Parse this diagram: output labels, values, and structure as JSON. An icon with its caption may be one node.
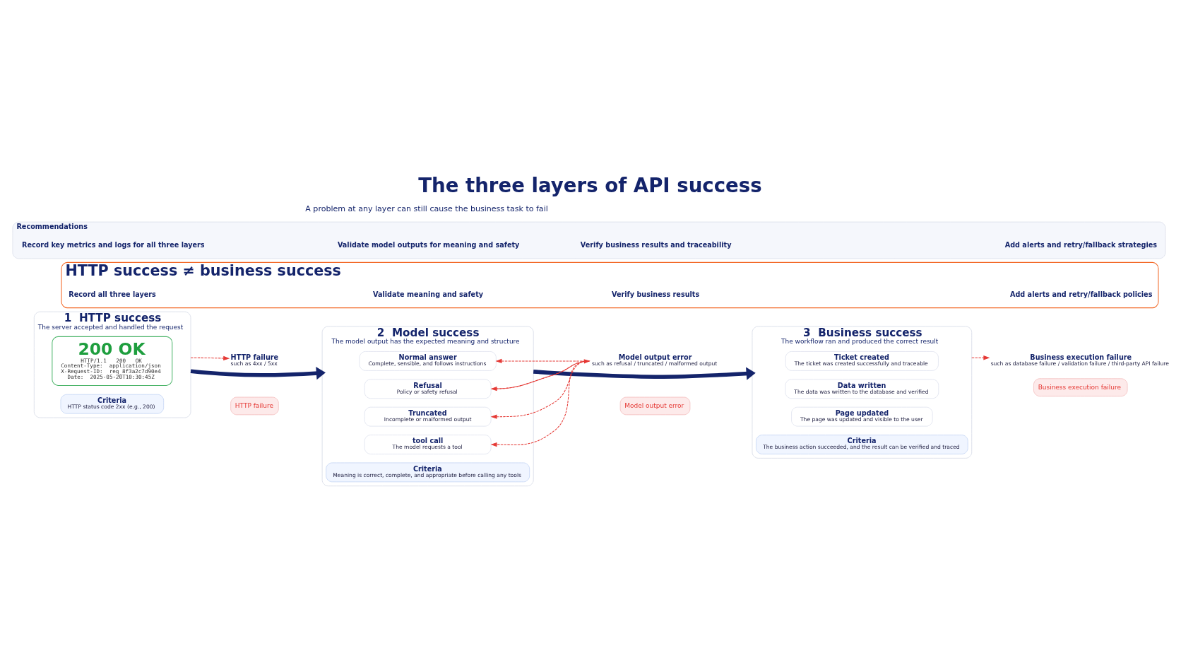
{
  "diagram": {
    "title": "The three layers of API success",
    "nodes": [
      {
        "text": [
          "1",
          "HTTP success",
          "The server accepted and handled the request"
        ]
      },
      {
        "text": [
          "200 OK",
          "HTTP/1.1   200   OK",
          "Content-Type:  application/json",
          "X-Request-ID:  req_8f3a2c7d90e4",
          "Date:  2025-05-20T10:30:45Z"
        ],
        "in": 0
      },
      {
        "text": [
          "Criteria",
          "HTTP status code 2xx (e.g., 200)"
        ],
        "in": 0
      },
      {
        "text": [
          "HTTP failure",
          "such as 4xx / 5xx"
        ]
      },
      {
        "text": [
          "HTTP failure"
        ]
      },
      {
        "text": [
          "2",
          "Model success",
          "The model output has the expected meaning and structure"
        ]
      },
      {
        "text": [
          "Normal answer",
          "Complete, sensible, and follows instructions"
        ],
        "in": 5
      },
      {
        "text": [
          "Refusal",
          "Policy or safety refusal"
        ],
        "in": 5
      },
      {
        "text": [
          "Truncated",
          "Incomplete or malformed output"
        ],
        "in": 5
      },
      {
        "text": [
          "tool call",
          "The model requests a tool"
        ],
        "in": 5
      },
      {
        "text": [
          "Criteria",
          "Meaning is correct, complete, and appropriate before calling any tools"
        ],
        "in": 5
      },
      {
        "text": [
          "Model output error",
          "such as refusal / truncated / malformed output"
        ]
      },
      {
        "text": [
          "Model output error"
        ]
      },
      {
        "text": [
          "3",
          "Business success",
          "The workflow ran and produced the correct result"
        ]
      },
      {
        "text": [
          "Ticket created",
          "The ticket was created successfully and traceable"
        ],
        "in": 13
      },
      {
        "text": [
          "Data written",
          "The data was written to the database and verified"
        ],
        "in": 13
      },
      {
        "text": [
          "Page updated",
          "The page was updated and visible to the user"
        ],
        "in": 13
      },
      {
        "text": [
          "Criteria",
          "The business action succeeded, and the result can be verified and traced"
        ],
        "in": 13
      },
      {
        "text": [
          "Business execution failure",
          "such as database failure / validation failure / third-party API failure"
        ]
      },
      {
        "text": [
          "Business execution failure"
        ]
      },
      {
        "text": [
          "HTTP success ≠ business success"
        ]
      },
      {
        "text": [
          "Record all three layers"
        ],
        "in": 20
      },
      {
        "text": [
          "Validate meaning and safety"
        ],
        "in": 20
      },
      {
        "text": [
          "Verify business results"
        ],
        "in": 20
      },
      {
        "text": [
          "Add alerts and retry/fallback policies"
        ],
        "in": 20
      },
      {
        "text": [
          "Recommendations"
        ]
      },
      {
        "text": [
          "Record key metrics and logs for all three layers"
        ],
        "in": 25
      },
      {
        "text": [
          "Validate model outputs for meaning and safety"
        ],
        "in": 25
      },
      {
        "text": [
          "Verify business results and traceability"
        ],
        "in": 25
      },
      {
        "text": [
          "Add alerts and retry/fallback strategies"
        ],
        "in": 25
      }
    ],
    "edges": [
      {
        "from": 0,
        "to": 5,
        "arrow": "to",
        "style": "thick",
        "color": "#14246b"
      },
      {
        "from": 5,
        "to": 13,
        "arrow": "to",
        "style": "thick",
        "color": "#14246b"
      },
      {
        "from": 0,
        "to": 3,
        "arrow": "to",
        "style": "dashed"
      },
      {
        "from": 11,
        "to": 6,
        "arrow": "to",
        "style": "dashed"
      },
      {
        "from": 11,
        "to": 7,
        "arrow": "to",
        "style": "dashed"
      },
      {
        "from": 11,
        "to": 8,
        "arrow": "to",
        "style": "dashed"
      },
      {
        "from": 11,
        "to": 9,
        "arrow": "to",
        "style": "dashed"
      },
      {
        "from": 7,
        "to": 11,
        "arrow": "to",
        "style": "dashed"
      },
      {
        "from": 13,
        "to": 18,
        "arrow": "to",
        "style": "dashed"
      }
    ],
    "labels": [
      "A problem at any layer can still cause the business task to fail"
    ]
  }
}
